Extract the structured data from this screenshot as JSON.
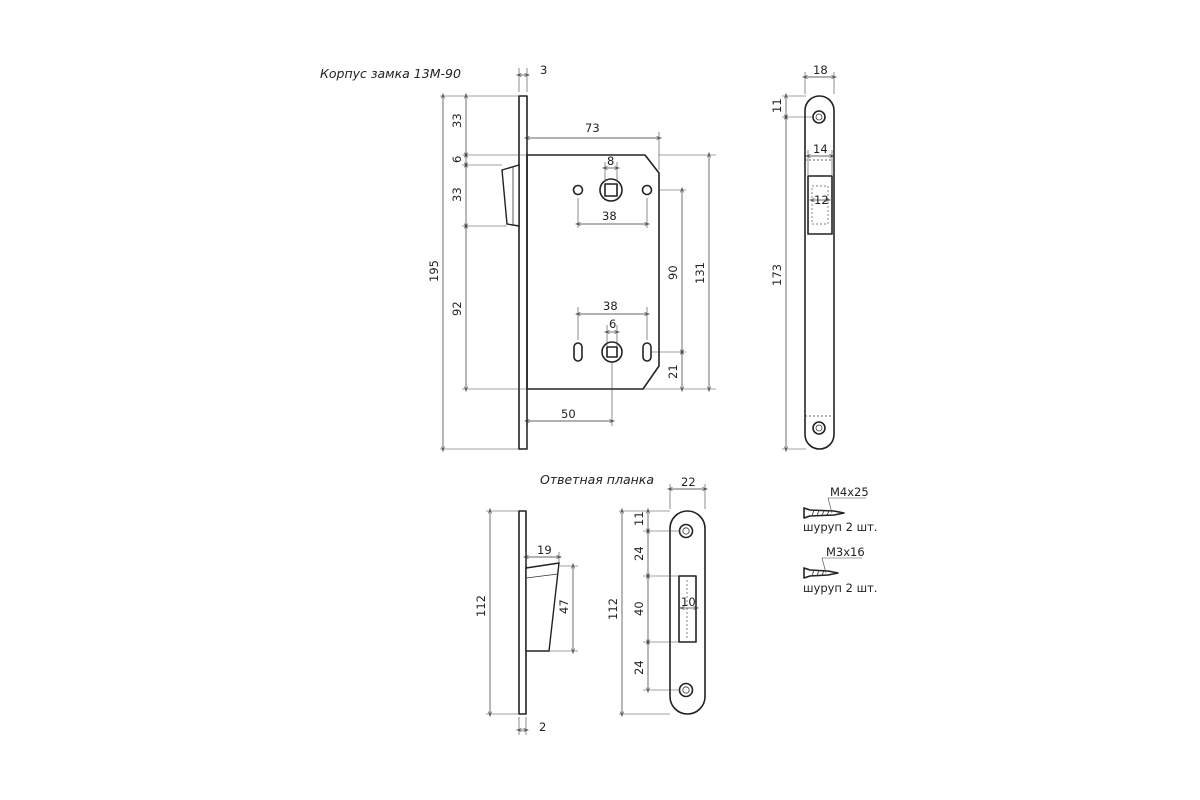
{
  "labels": {
    "lock_body_title": "Корпус замка 13М-90",
    "strike_plate_title": "Ответная планка",
    "screw_a_size": "М4х25",
    "screw_a_qty": "шуруп 2 шт.",
    "screw_b_size": "М3х16",
    "screw_b_qty": "шуруп 2 шт."
  },
  "dimensions": {
    "faceplate_thickness": "3",
    "body_depth": "73",
    "top_to_latch": "33",
    "latch_gap": "6",
    "latch_height": "33",
    "latch_to_bottom": "92",
    "total_height": "195",
    "spindle_square": "8",
    "handle_holes_spacing": "38",
    "center_distance": "90",
    "body_height": "131",
    "cylinder_holes_spacing": "38",
    "cylinder_square": "6",
    "bottom_offset": "21",
    "backset": "50",
    "front_width": "18",
    "front_screw_offset": "11",
    "latch_window_width": "14",
    "latch_window_height": "12",
    "front_height": "173",
    "strike_width": "22",
    "strike_screw_offset": "11",
    "strike_upper": "24",
    "strike_window": "40",
    "strike_window_width": "10",
    "strike_lower": "24",
    "strike_height": "112",
    "strike_side_height": "112",
    "strike_lip_depth": "19",
    "strike_lip_height": "47",
    "strike_thickness": "2"
  }
}
